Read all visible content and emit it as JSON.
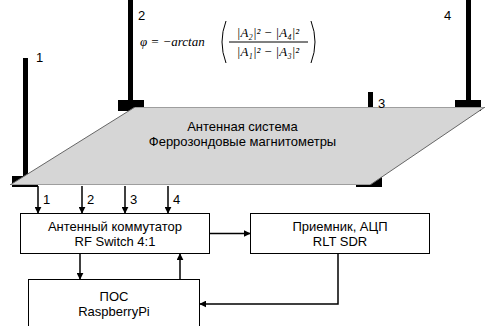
{
  "diagram": {
    "nodes": [
      {
        "text": [
          "Антенная система",
          "Феррозондовые магнитометры"
        ]
      },
      {
        "text": [
          "Антенный коммутатор RF Switch 4:1"
        ]
      },
      {
        "text": [
          "Приемник, АЦП RLT SDR"
        ]
      },
      {
        "text": [
          "ПОС RaspberryPi"
        ]
      }
    ],
    "edges": [
      {
        "from": 0,
        "to": 1,
        "label": "1",
        "arrow": "to"
      },
      {
        "from": 0,
        "to": 1,
        "label": "2",
        "arrow": "to"
      },
      {
        "from": 0,
        "to": 1,
        "label": "3",
        "arrow": "to"
      },
      {
        "from": 0,
        "to": 1,
        "label": "4",
        "arrow": "to"
      },
      {
        "from": 1,
        "to": 2,
        "arrow": "to"
      },
      {
        "from": 2,
        "to": 3,
        "arrow": "to"
      },
      {
        "from": 1,
        "to": 3,
        "arrow": "to"
      },
      {
        "from": 3,
        "to": 1,
        "arrow": "to"
      }
    ],
    "labels": [
      "1",
      "2",
      "3",
      "4",
      "φ = −arctan",
      "|A₂|² − |A₄|²",
      "|A₁|² − |A₃|²"
    ]
  }
}
